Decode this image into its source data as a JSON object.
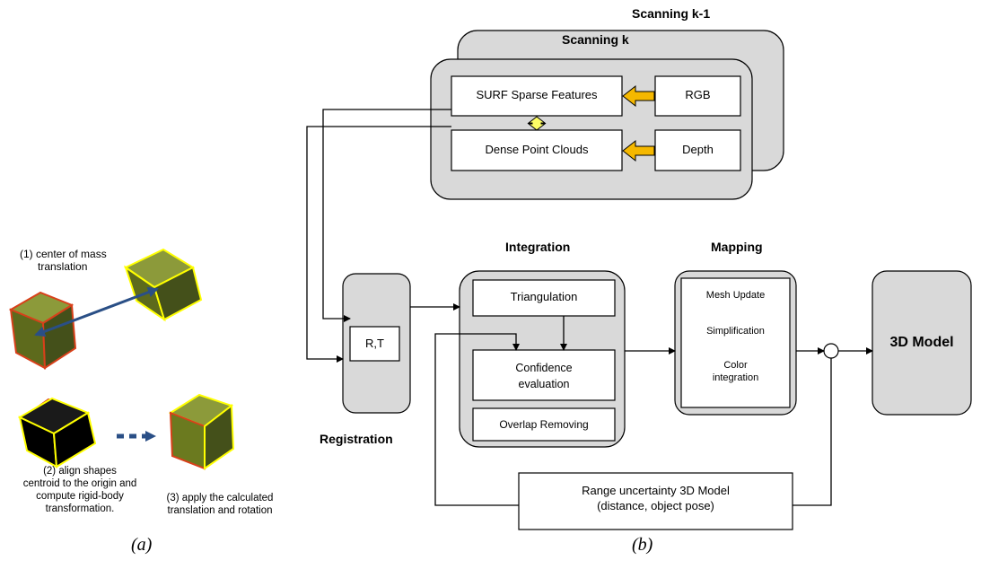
{
  "panel_a": {
    "caption": "(a)",
    "step1": [
      "(1) center of mass",
      "translation"
    ],
    "step2": [
      "(2) align  shapes",
      "centroid to the origin and",
      "compute rigid-body",
      "transformation."
    ],
    "step3": [
      "(3) apply the calculated",
      "translation and rotation"
    ]
  },
  "panel_b": {
    "caption": "(b)",
    "scanning_prev": "Scanning k-1",
    "scanning_curr": "Scanning k",
    "surf": "SURF Sparse Features",
    "rgb": "RGB",
    "dense": "Dense Point Clouds",
    "depth": "Depth",
    "registration": "Registration",
    "rt": "R,T",
    "integration": "Integration",
    "triangulation": "Triangulation",
    "confidence": [
      "Confidence",
      "evaluation"
    ],
    "overlap": "Overlap Removing",
    "mapping": "Mapping",
    "mesh_update": "Mesh Update",
    "simplification": "Simplification",
    "color_integration": [
      "Color",
      "integration"
    ],
    "model": "3D Model",
    "range": [
      "Range uncertainty 3D Model",
      "(distance, object pose)"
    ]
  },
  "colors": {
    "box_fill": "#d9d9d9",
    "arrow_orange": "#f5b800",
    "arrow_yellow": "#ffff66",
    "cube_face": "#6b7a1f",
    "cube_edge_red": "#d8401a",
    "cube_edge_yellow": "#ffff00",
    "blue_arrow": "#2a4f86"
  }
}
